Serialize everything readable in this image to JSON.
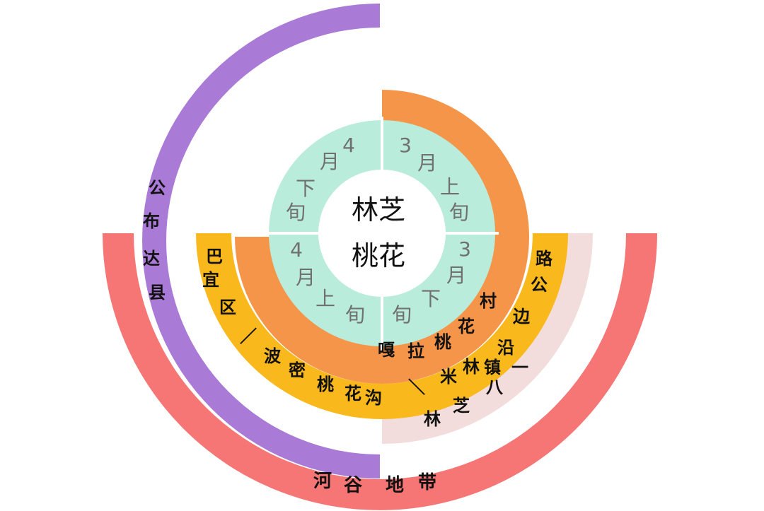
{
  "center": {
    "line1": "林芝",
    "line2": "桃花"
  },
  "quadrants": {
    "upper_left": {
      "lines": [
        "4",
        "月",
        "下",
        "旬"
      ]
    },
    "upper_right": {
      "lines": [
        "3",
        "月",
        "上",
        "旬"
      ]
    },
    "lower_left": {
      "lines": [
        "4",
        "月",
        "上",
        "旬"
      ]
    },
    "lower_right": {
      "lines": [
        "3",
        "月",
        "下",
        "旬"
      ]
    }
  },
  "rings": {
    "gala": "嘎拉桃花村",
    "bayi_road": "路公边沿镇",
    "bomi": "巴宜区／波密桃花沟＼米林",
    "linzhi_bayi": "林芝八一",
    "gongbu": "公布达县",
    "valley": "河谷地带"
  },
  "colors": {
    "mint": "#b9ecda",
    "orange": "#f5954a",
    "gold": "#f9b81b",
    "pink": "#f3dcdc",
    "purple": "#a97ad6",
    "red": "#f67676",
    "text_gray": "#707070",
    "text_dark": "#111111"
  }
}
